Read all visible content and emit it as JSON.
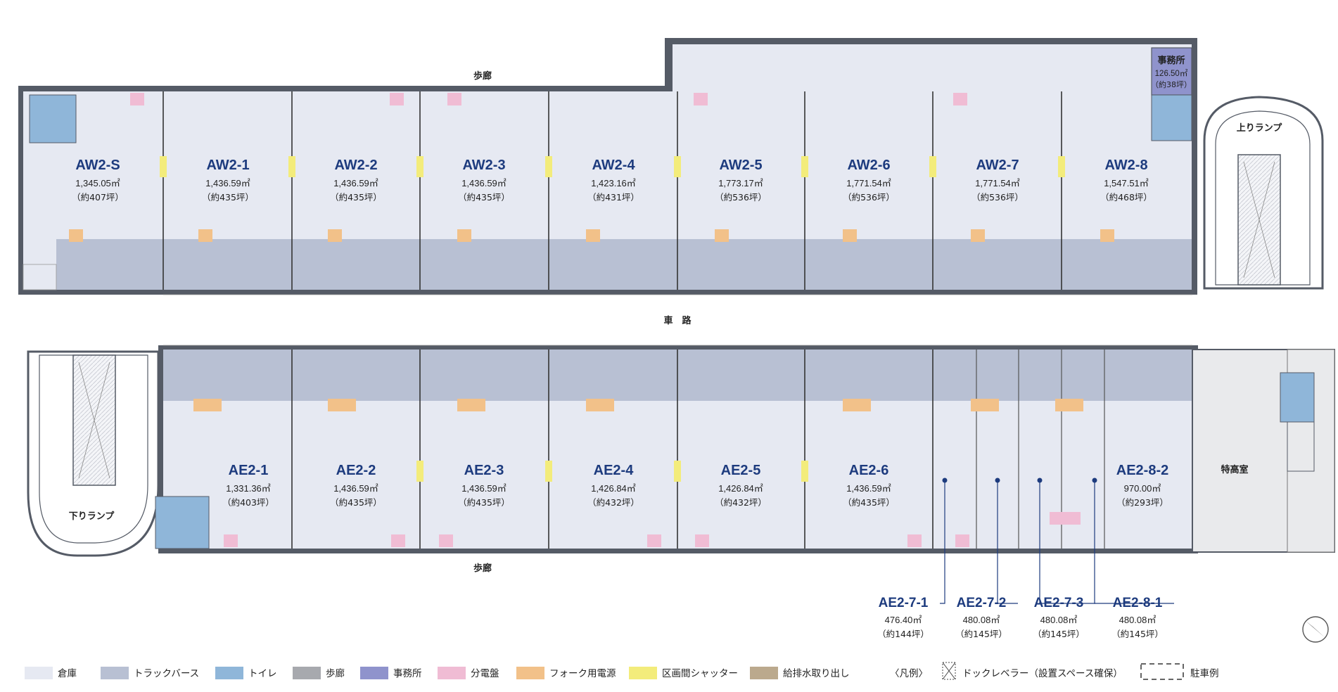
{
  "colors": {
    "warehouse": "#e6e9f2",
    "truck_berth": "#b8c0d3",
    "toilet": "#8fb6d9",
    "corridor": "#a7a9ae",
    "office": "#8f93cc",
    "panel": "#f0bcd4",
    "fork_power": "#f2c189",
    "shutter": "#f3ec7b",
    "water": "#bba98d",
    "wall": "#555b66",
    "name_blue": "#1d3b7e"
  },
  "north_units": [
    {
      "name": "AW2-S",
      "area": "1,345.05㎡",
      "tsubo": "（約407坪）"
    },
    {
      "name": "AW2-1",
      "area": "1,436.59㎡",
      "tsubo": "（約435坪）"
    },
    {
      "name": "AW2-2",
      "area": "1,436.59㎡",
      "tsubo": "（約435坪）"
    },
    {
      "name": "AW2-3",
      "area": "1,436.59㎡",
      "tsubo": "（約435坪）"
    },
    {
      "name": "AW2-4",
      "area": "1,423.16㎡",
      "tsubo": "（約431坪）"
    },
    {
      "name": "AW2-5",
      "area": "1,773.17㎡",
      "tsubo": "（約536坪）"
    },
    {
      "name": "AW2-6",
      "area": "1,771.54㎡",
      "tsubo": "（約536坪）"
    },
    {
      "name": "AW2-7",
      "area": "1,771.54㎡",
      "tsubo": "（約536坪）"
    },
    {
      "name": "AW2-8",
      "area": "1,547.51㎡",
      "tsubo": "（約468坪）"
    }
  ],
  "south_units": [
    {
      "name": "AE2-1",
      "area": "1,331.36㎡",
      "tsubo": "（約403坪）"
    },
    {
      "name": "AE2-2",
      "area": "1,436.59㎡",
      "tsubo": "（約435坪）"
    },
    {
      "name": "AE2-3",
      "area": "1,436.59㎡",
      "tsubo": "（約435坪）"
    },
    {
      "name": "AE2-4",
      "area": "1,426.84㎡",
      "tsubo": "（約432坪）"
    },
    {
      "name": "AE2-5",
      "area": "1,426.84㎡",
      "tsubo": "（約432坪）"
    },
    {
      "name": "AE2-6",
      "area": "1,436.59㎡",
      "tsubo": "（約435坪）"
    },
    {
      "name": "AE2-8-2",
      "area": "970.00㎡",
      "tsubo": "（約293坪）"
    }
  ],
  "callouts": [
    {
      "name": "AE2-7-1",
      "area": "476.40㎡",
      "tsubo": "（約144坪）"
    },
    {
      "name": "AE2-7-2",
      "area": "480.08㎡",
      "tsubo": "（約145坪）"
    },
    {
      "name": "AE2-7-3",
      "area": "480.08㎡",
      "tsubo": "（約145坪）"
    },
    {
      "name": "AE2-8-1",
      "area": "480.08㎡",
      "tsubo": "（約145坪）"
    }
  ],
  "office": {
    "label": "事務所",
    "area": "126.50㎡",
    "tsubo": "（約38坪）"
  },
  "labels": {
    "corridor_top": "歩廊",
    "corridor_bottom": "歩廊",
    "road": "車　路",
    "ramp_up": "上りランプ",
    "ramp_down": "下りランプ",
    "special_room": "特高室"
  },
  "legend": {
    "items": [
      {
        "label": "倉庫",
        "key": "warehouse"
      },
      {
        "label": "トラックバース",
        "key": "truck_berth"
      },
      {
        "label": "トイレ",
        "key": "toilet"
      },
      {
        "label": "歩廊",
        "key": "corridor"
      },
      {
        "label": "事務所",
        "key": "office"
      },
      {
        "label": "分電盤",
        "key": "panel"
      },
      {
        "label": "フォーク用電源",
        "key": "fork_power"
      },
      {
        "label": "区画間シャッター",
        "key": "shutter"
      },
      {
        "label": "給排水取り出し",
        "key": "water"
      }
    ],
    "title": "〈凡例〉",
    "dock_leveler": "ドックレベラー（設置スペース確保）",
    "parking": "駐車例"
  }
}
